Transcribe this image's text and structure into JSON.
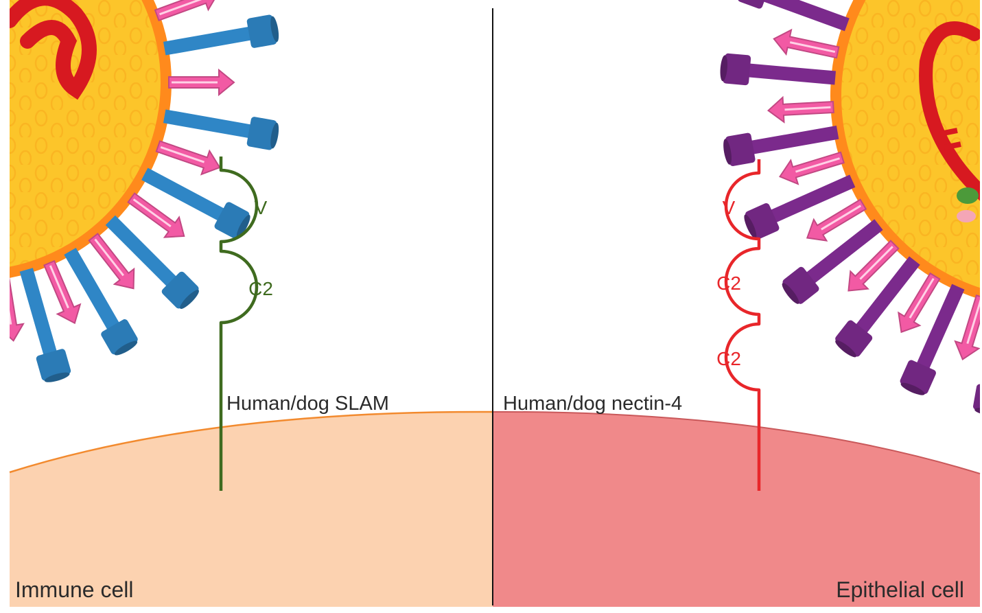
{
  "receptors": {
    "slam": {
      "name": "Human/dog SLAM",
      "domains": [
        "V",
        "C2"
      ],
      "color": "#3f6b1f"
    },
    "nectin4": {
      "name": "Human/dog nectin-4",
      "domains": [
        "V",
        "C2",
        "C2"
      ],
      "color": "#e8262a"
    }
  },
  "cells": {
    "immune": {
      "label": "Immune  cell",
      "color": "#fcd2b0"
    },
    "epithelial": {
      "label": "Epithelial cell",
      "color": "#f0898a"
    }
  },
  "virus": {
    "envelope_color": "#fcc52a",
    "membrane_color": "#ff8a1c",
    "h_protein_left_color": "#2f86c6",
    "h_protein_right_color": "#7b2a8c",
    "f_protein_color": "#f25aa4",
    "rna_color": "#d71920"
  }
}
